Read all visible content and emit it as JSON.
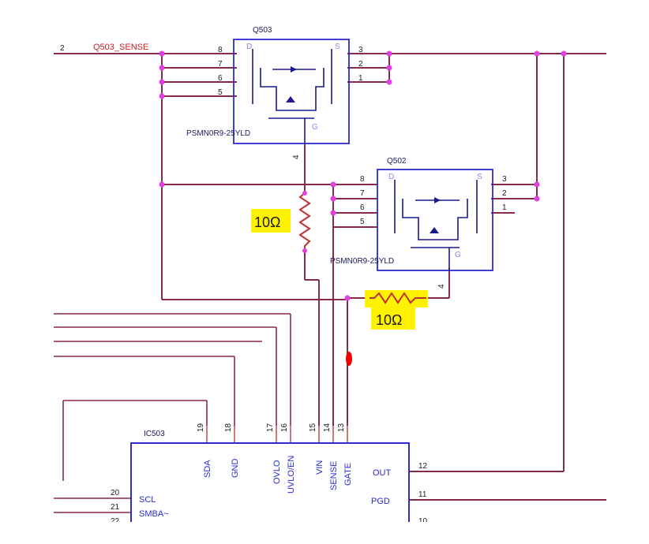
{
  "net_label": {
    "pin": "2",
    "name": "Q503_SENSE"
  },
  "q503": {
    "ref": "Q503",
    "part": "PSMN0R9-25YLD",
    "left_pins": [
      "8",
      "7",
      "6",
      "5"
    ],
    "right_pins": [
      "3",
      "2",
      "1"
    ],
    "gate_pin": "4",
    "d": "D",
    "s": "S",
    "g": "G"
  },
  "q502": {
    "ref": "Q502",
    "part": "PSMN0R9-25YLD",
    "left_pins": [
      "8",
      "7",
      "6",
      "5"
    ],
    "right_pins": [
      "3",
      "2",
      "1"
    ],
    "gate_pin": "4",
    "d": "D",
    "s": "S",
    "g": "G"
  },
  "resistors": {
    "r_vertical": "10Ω",
    "r_horizontal": "10Ω"
  },
  "ic503": {
    "ref": "IC503",
    "top_pins": [
      {
        "num": "19",
        "name": "SDA"
      },
      {
        "num": "18",
        "name": "GND"
      },
      {
        "num": "17",
        "name": "OVLO"
      },
      {
        "num": "16",
        "name": "UVLO/EN"
      },
      {
        "num": "15",
        "name": "VIN"
      },
      {
        "num": "14",
        "name": "SENSE"
      },
      {
        "num": "13",
        "name": "GATE"
      }
    ],
    "left_pins": [
      {
        "num": "20",
        "name": "SCL"
      },
      {
        "num": "21",
        "name": "SMBA~"
      },
      {
        "num": "22",
        "name": ""
      }
    ],
    "right_pins": [
      {
        "num": "12",
        "name": "OUT"
      },
      {
        "num": "11",
        "name": "PGD"
      },
      {
        "num": "10",
        "name": ""
      }
    ]
  },
  "colors": {
    "wire": "#8a2a4a",
    "junction": "#e040e0",
    "component_outline": "#2b2bd0",
    "highlight": "#fff200",
    "probe_dot": "#ee0000"
  }
}
